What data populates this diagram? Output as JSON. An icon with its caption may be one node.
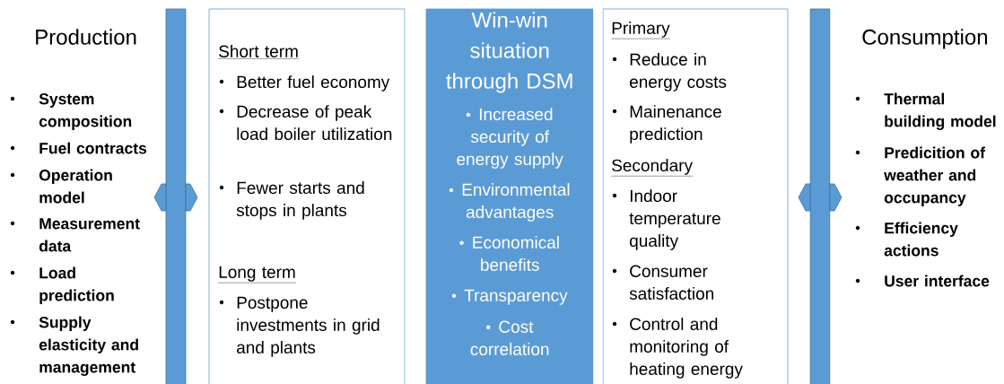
{
  "diagram": {
    "nodes": [
      {
        "text": [],
        "shape": "bar"
      },
      {
        "text": [
          "Short term",
          "Better fuel economy",
          "Decrease of peak load boiler utilization",
          "Fewer starts and stops in plants",
          "Long term",
          "Postpone investments in grid and plants"
        ]
      },
      {
        "text": [
          "Win-win situation through DSM",
          "Increased security of energy supply",
          "Environmental advantages",
          "Economical benefits",
          "Transparency",
          "Cost correlation"
        ]
      },
      {
        "text": [
          "Primary",
          "Reduce in energy costs",
          "Mainenance prediction",
          "Secondary",
          "Indoor temperature quality",
          "Consumer satisfaction",
          "Control and monitoring of heating energy"
        ]
      },
      {
        "text": [],
        "shape": "bar"
      }
    ],
    "labels": [
      "Production",
      "System composition",
      "Fuel contracts",
      "Operation model",
      "Measurement data",
      "Load prediction",
      "Supply elasticity and management",
      "Consumption",
      "Thermal building model",
      "Predicition of weather and occupancy",
      "Efficiency actions",
      "User interface"
    ]
  }
}
